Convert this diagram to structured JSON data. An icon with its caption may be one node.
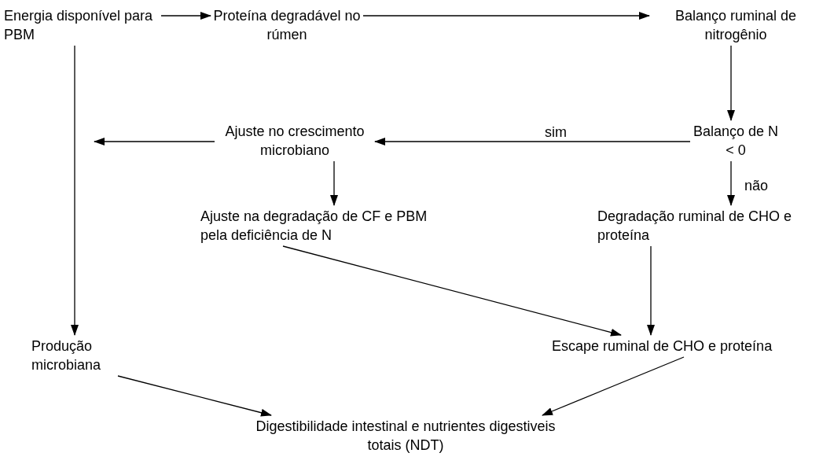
{
  "diagram": {
    "nodes": [
      {
        "text": [
          "Energia disponível para PBM"
        ]
      },
      {
        "text": [
          "Proteína degradável no rúmen"
        ]
      },
      {
        "text": [
          "Balanço ruminal de nitrogênio"
        ]
      },
      {
        "text": [
          "Ajuste no crescimento microbiano"
        ]
      },
      {
        "text": [
          "Balanço de N < 0"
        ]
      },
      {
        "text": [
          "Ajuste na degradação de CF e PBM pela deficiência de N"
        ]
      },
      {
        "text": [
          "Degradação ruminal de CHO e proteína"
        ]
      },
      {
        "text": [
          "Produção microbiana"
        ]
      },
      {
        "text": [
          "Escape ruminal de CHO e proteína"
        ]
      },
      {
        "text": [
          "Digestibilidade intestinal e nutrientes digestiveis totais (NDT)"
        ]
      }
    ],
    "edges": [
      {
        "from": 0,
        "to": 1,
        "arrow": "to"
      },
      {
        "from": 1,
        "to": 2,
        "arrow": "to"
      },
      {
        "from": 0,
        "to": 7,
        "arrow": "to"
      },
      {
        "from": 2,
        "to": 4,
        "arrow": "to"
      },
      {
        "from": 4,
        "to": 3,
        "arrow": "to",
        "label": "sim"
      },
      {
        "from": 3,
        "to": null,
        "arrow": "to"
      },
      {
        "from": 3,
        "to": 5,
        "arrow": "to"
      },
      {
        "from": 4,
        "to": 6,
        "arrow": "to",
        "label": "não"
      },
      {
        "from": 5,
        "to": 8,
        "arrow": "to"
      },
      {
        "from": 6,
        "to": 8,
        "arrow": "to"
      },
      {
        "from": 7,
        "to": 9,
        "arrow": "to"
      },
      {
        "from": 8,
        "to": 9,
        "arrow": "to"
      }
    ]
  }
}
